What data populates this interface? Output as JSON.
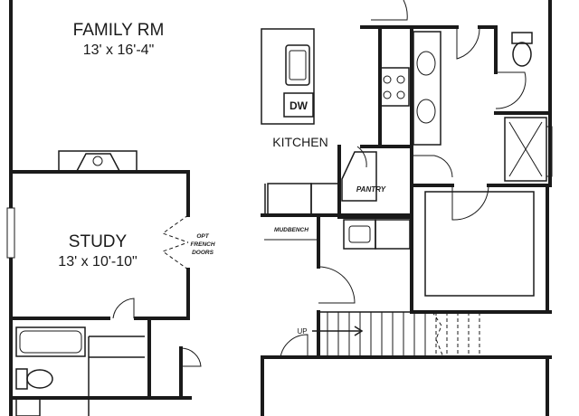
{
  "rooms": {
    "family": {
      "name": "FAMILY RM",
      "size": "13' x 16'-4\""
    },
    "kitchen": {
      "name": "KITCHEN"
    },
    "study": {
      "name": "STUDY",
      "size": "13' x 10'-10\""
    },
    "pantry": {
      "name": "PANTRY"
    },
    "mudbench": {
      "name": "MUDBENCH"
    }
  },
  "fixtures": {
    "dishwasher": "DW",
    "french_doors": [
      "OPT",
      "FRENCH",
      "DOORS"
    ]
  },
  "stairs": {
    "direction": "UP"
  }
}
